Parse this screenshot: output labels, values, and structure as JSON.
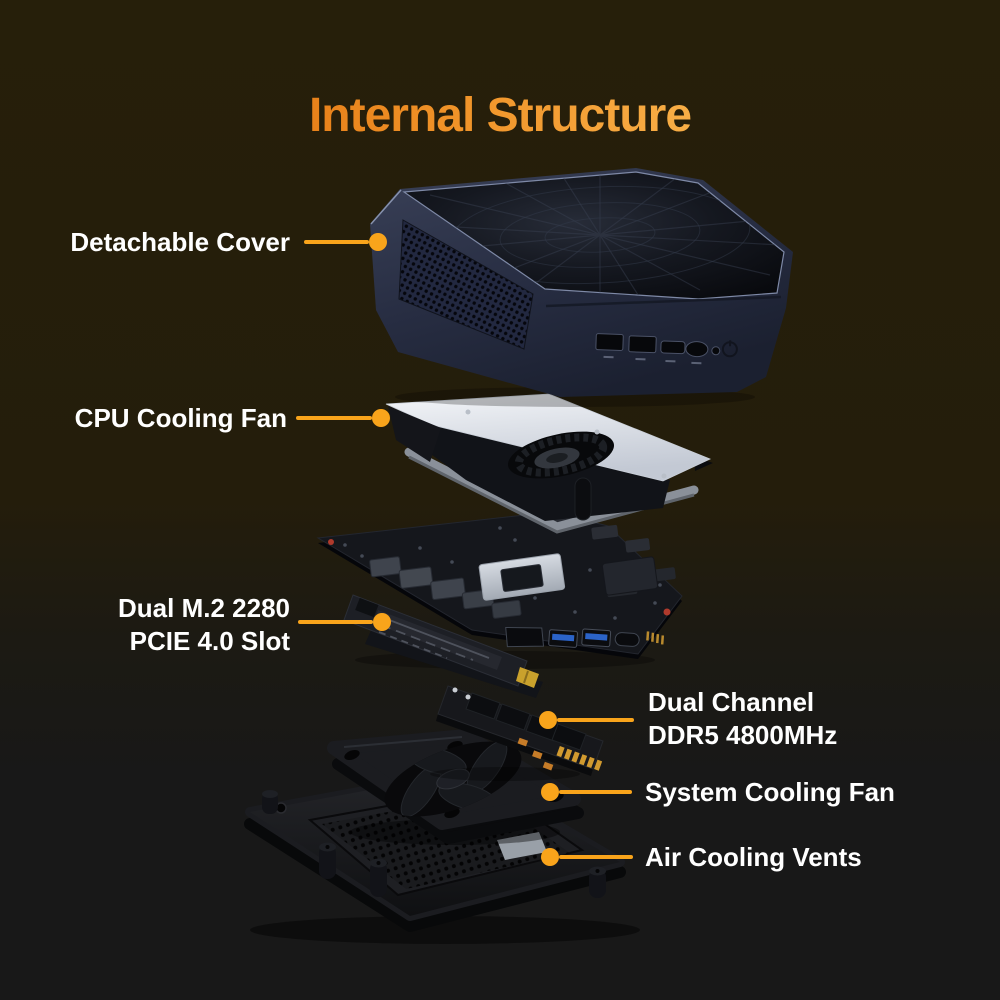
{
  "title": "Internal Structure",
  "colors": {
    "accent": "#F9A41B",
    "title_gradient_start": "#E8811A",
    "title_gradient_end": "#F8AE46",
    "label_text": "#FFFFFF",
    "background_top": "#241D0A",
    "background_bottom": "#181818",
    "case_body": "#2B3147",
    "fan_plate": "#E9ECF0"
  },
  "callouts": {
    "detachable_cover": {
      "label": "Detachable Cover"
    },
    "cpu_cooling_fan": {
      "label": "CPU Cooling Fan"
    },
    "m2_slot": {
      "line1": "Dual M.2 2280",
      "line2": "PCIE 4.0 Slot"
    },
    "ddr5": {
      "line1": "Dual Channel",
      "line2": "DDR5 4800MHz"
    },
    "system_cooling_fan": {
      "label": "System Cooling Fan"
    },
    "air_cooling_vents": {
      "label": "Air Cooling Vents"
    }
  },
  "illustration_parts": [
    "mini-pc-case-with-detachable-cover",
    "cpu-cooling-fan",
    "motherboard",
    "m2-ssd",
    "ddr5-ram-module",
    "system-cooling-fan",
    "bottom-plate-with-air-vents"
  ]
}
